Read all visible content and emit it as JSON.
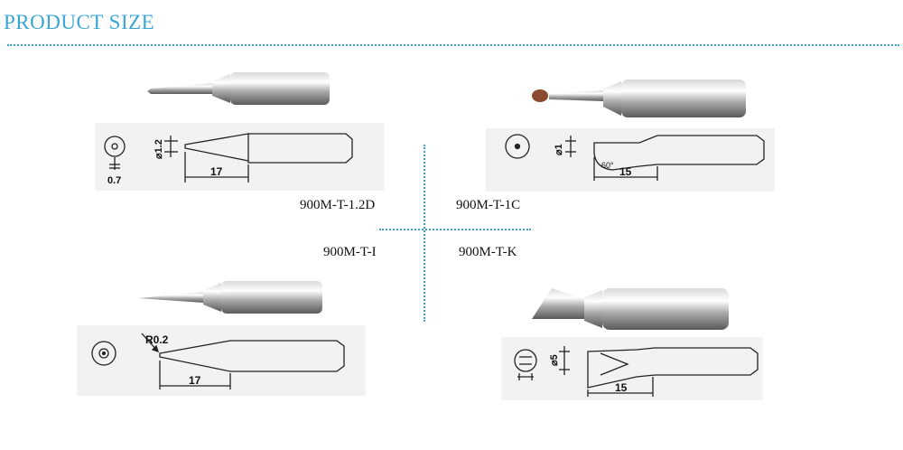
{
  "header": {
    "title": "PRODUCT SIZE",
    "title_color": "#3aa6d4"
  },
  "labels": {
    "tip_1_2d": "900M-T-1.2D",
    "tip_1c": "900M-T-1C",
    "tip_i": "900M-T-I",
    "tip_k": "900M-T-K"
  },
  "dims": {
    "d1": {
      "diameter": "⌀1.2",
      "length": "17",
      "thickness": "0.7"
    },
    "d2": {
      "diameter": "⌀1",
      "length": "15",
      "angle": "60°"
    },
    "d3": {
      "radius": "R0.2",
      "length": "17"
    },
    "d4": {
      "diameter": "⌀5",
      "length": "15"
    }
  },
  "colors": {
    "accent": "#3aa6d4",
    "diagram_bg": "#f2f2f2"
  }
}
